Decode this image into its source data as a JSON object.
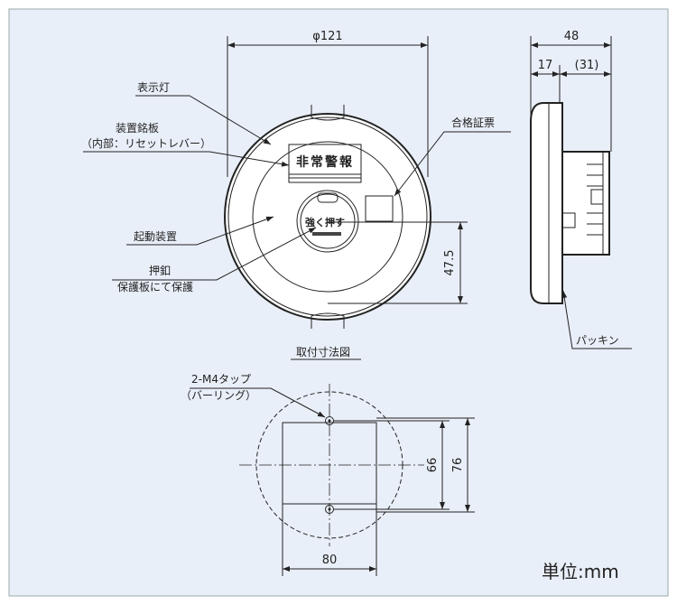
{
  "dimensions": {
    "front_diameter": "φ121",
    "depth_total": "48",
    "depth_front": "17",
    "depth_rear": "(31)",
    "center_height": "47.5",
    "mount_hole_pitch": "66",
    "mount_box_height": "76",
    "mount_width": "80"
  },
  "labels": {
    "indicator_lamp": "表示灯",
    "nameplate_1": "装置銘板",
    "nameplate_2": "（内部：リセットレバー）",
    "certification": "合格証票",
    "activation": "起動装置",
    "button_1": "押釦",
    "button_2": "保護板にて保護",
    "gasket": "パッキン",
    "mount_title": "取付寸法図",
    "tap_1": "2-M4タップ",
    "tap_2": "（バーリング）",
    "unit": "単位:mm"
  },
  "device": {
    "plate_text": "非常警報",
    "button_text": "強く押す"
  }
}
